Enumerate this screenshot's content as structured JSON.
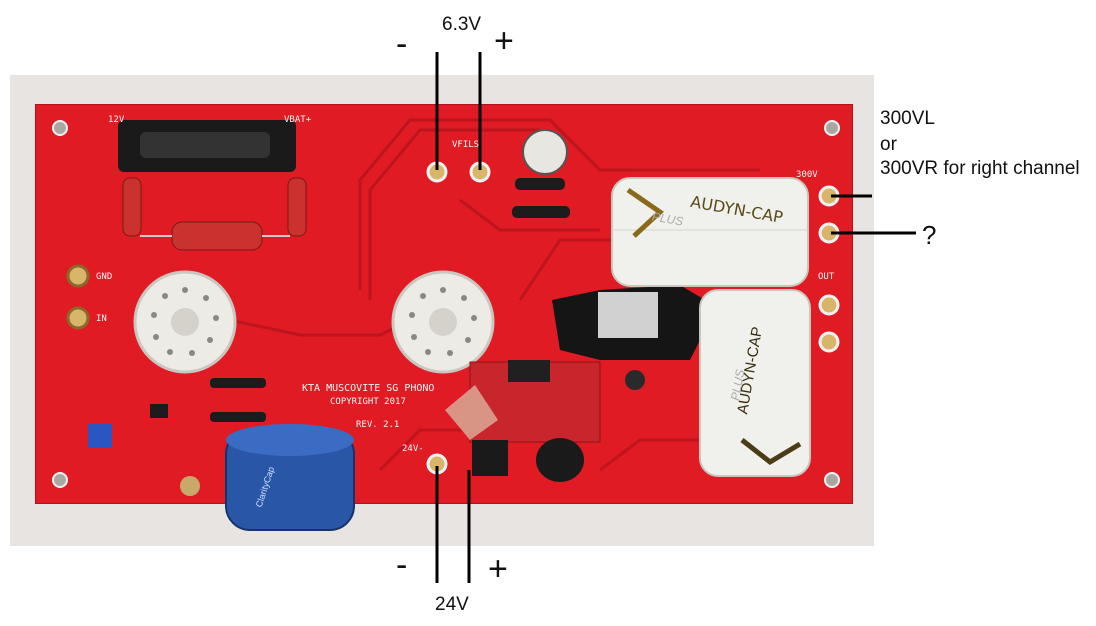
{
  "annotations": {
    "vfil_voltage": "6.3V",
    "vfil_minus": "-",
    "vfil_plus": "+",
    "supply_voltage": "24V",
    "supply_minus": "-",
    "supply_plus": "+",
    "hv_line1": "300VL",
    "hv_line2": "or",
    "hv_line3": "300VR for right channel",
    "unknown_pad": "?"
  },
  "pcb_silkscreen": {
    "title": "KTA MUSCOVITE SG PHONO",
    "copyright": "COPYRIGHT 2017",
    "revision": "REV. 2.1",
    "vfils": "VFILS",
    "v24": "24V-",
    "v300": "300V",
    "out": "OUT",
    "gnd": "GND",
    "in": "IN",
    "v12": "12V",
    "vbat": "VBAT+"
  },
  "capacitors": {
    "top_brand": "AUDYN-CAP",
    "top_series": "PLUS",
    "bottom_brand": "AUDYN-CAP",
    "bottom_series": "PLUS",
    "blue_cap_brand": "ClarityCap"
  },
  "colors": {
    "pcb": "#e01b24",
    "pad": "#d9b56a",
    "socket": "#ecebe6",
    "cap_white": "#f0f0ec",
    "cap_blue": "#2a56a8"
  }
}
